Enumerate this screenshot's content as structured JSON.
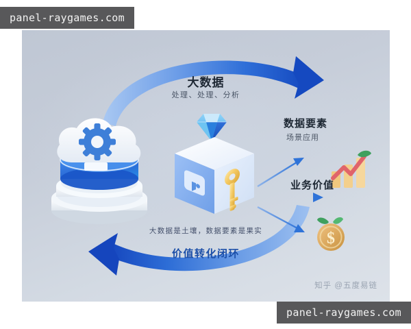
{
  "watermarks": {
    "top": "panel-raygames.com",
    "bottom": "panel-raygames.com"
  },
  "illustration": {
    "top_arrow": {
      "title": "大数据",
      "subtitle": "处理、处理、分析"
    },
    "bottom_arrow": {
      "subtitle": "大数据是土壤，数据要素是果实",
      "title": "价值转化闭环"
    },
    "labels": {
      "data_element_title": "数据要素",
      "data_element_subtitle": "场景应用",
      "business_value_title": "业务价值"
    },
    "attribution": "知乎 @五度易链",
    "coin_symbol": "$",
    "colors": {
      "background_light": "#dde2e9",
      "background_dark": "#bfc7d4",
      "arrow_blue_dark": "#1f5fd0",
      "arrow_blue_light": "#8ab4ee",
      "accent_title_blue": "#1c4fa8",
      "key_gold": "#f0c35a",
      "coin_gold": "#d9a košík",
      "diamond_blue": "#2f7fe0",
      "chart_red": "#e0646a",
      "chart_green": "#3fa05e",
      "cube_face": "#e8f0fc"
    }
  }
}
